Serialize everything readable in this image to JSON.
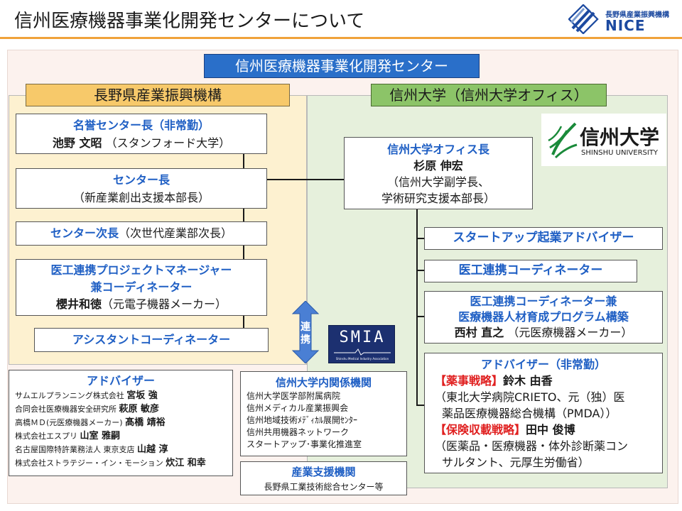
{
  "slide_title": "信州医療機器事業化開発センターについて",
  "logo": {
    "line1": "長野県産業振興機構",
    "line2": "NICE"
  },
  "center_banner": "信州医療機器事業化開発センター",
  "nagano": {
    "header": "長野県産業振興機構",
    "honorary": {
      "title": "名誉センター長（非常勤）",
      "name": "池野 文昭",
      "note": "（スタンフォード大学）"
    },
    "director": {
      "title": "センター長",
      "note": "（新産業創出支援本部長）"
    },
    "deputy": {
      "title": "センター次長",
      "note": "（次世代産業部次長）"
    },
    "pm": {
      "title1": "医工連携プロジェクトマネージャー",
      "title2": "兼コーディネーター",
      "name": "櫻井和徳",
      "note": "（元電子機器メーカー）"
    },
    "assistant": {
      "title": "アシスタントコーディネーター"
    }
  },
  "renkei": "連携",
  "smia": {
    "text": "SMIA",
    "sub": "Shinshu Medical Industry Association"
  },
  "shinshu": {
    "header": "信州大学（信州大学オフィス）",
    "logo_jp": "信州大学",
    "logo_en": "SHINSHU UNIVERSITY",
    "office_head": {
      "title": "信州大学オフィス長",
      "name": "杉原 伸宏",
      "note1": "（信州大学副学長、",
      "note2": "学術研究支援本部長）"
    },
    "startup": "スタートアップ起業アドバイザー",
    "coordinator": "医工連携コーディネーター",
    "coord_program": {
      "title1": "医工連携コーディネーター兼",
      "title2": "医療機器人材育成プログラム構築",
      "name": "西村 直之",
      "note": "（元医療機器メーカー）"
    },
    "advisor": {
      "title": "アドバイザー（非常勤）",
      "tag1": "【薬事戦略】",
      "name1": "鈴木 由香",
      "desc1a": "（東北大学病院CRIETO、元（独）医",
      "desc1b": "薬品医療機器総合機構（PMDA））",
      "tag2": "【保険収載戦略】",
      "name2": "田中 俊博",
      "desc2a": "（医薬品・医療機器・体外診断薬コン",
      "desc2b": "サルタント、元厚生労働省）"
    }
  },
  "advisors": {
    "title": "アドバイザー",
    "items": [
      {
        "org": "サムエルプランニング株式会社",
        "name": "宮坂 強"
      },
      {
        "org": "合同会社医療機器安全研究所",
        "name": "萩原 敏彦"
      },
      {
        "org": "高橋ＭＤ(元医療機器メーカー)",
        "name": "髙橋 靖裕"
      },
      {
        "org": "株式会社エスプリ",
        "name": "山室 雅嗣"
      },
      {
        "org": "名古屋国際特許業務法人 東京支店",
        "name": "山越 淳"
      },
      {
        "org": "株式会社ストラテジー・イン・モーション",
        "name": "炊江 和幸"
      }
    ]
  },
  "univ_related": {
    "title": "信州大学内関係機関",
    "items": [
      "信州大学医学部附属病院",
      "信州メディカル産業振興会",
      "信州地域技術ﾒﾃﾞｨｶﾙ展開ｾﾝﾀｰ",
      "信州共用機器ネットワーク",
      "スタートアップ･事業化推進室"
    ]
  },
  "industry_support": {
    "title": "産業支援機関",
    "item": "長野県工業技術総合センター等"
  },
  "colors": {
    "accent_blue": "#1f5fc4",
    "title_rule": "#f0a23a",
    "nagano_bg": "#fdf1d0",
    "nagano_header": "#f7c96a",
    "shinshu_bg": "#e6f0dc",
    "shinshu_header": "#8cc468",
    "banner": "#2a6fc9",
    "outer_bg": "#fcf2ee"
  }
}
